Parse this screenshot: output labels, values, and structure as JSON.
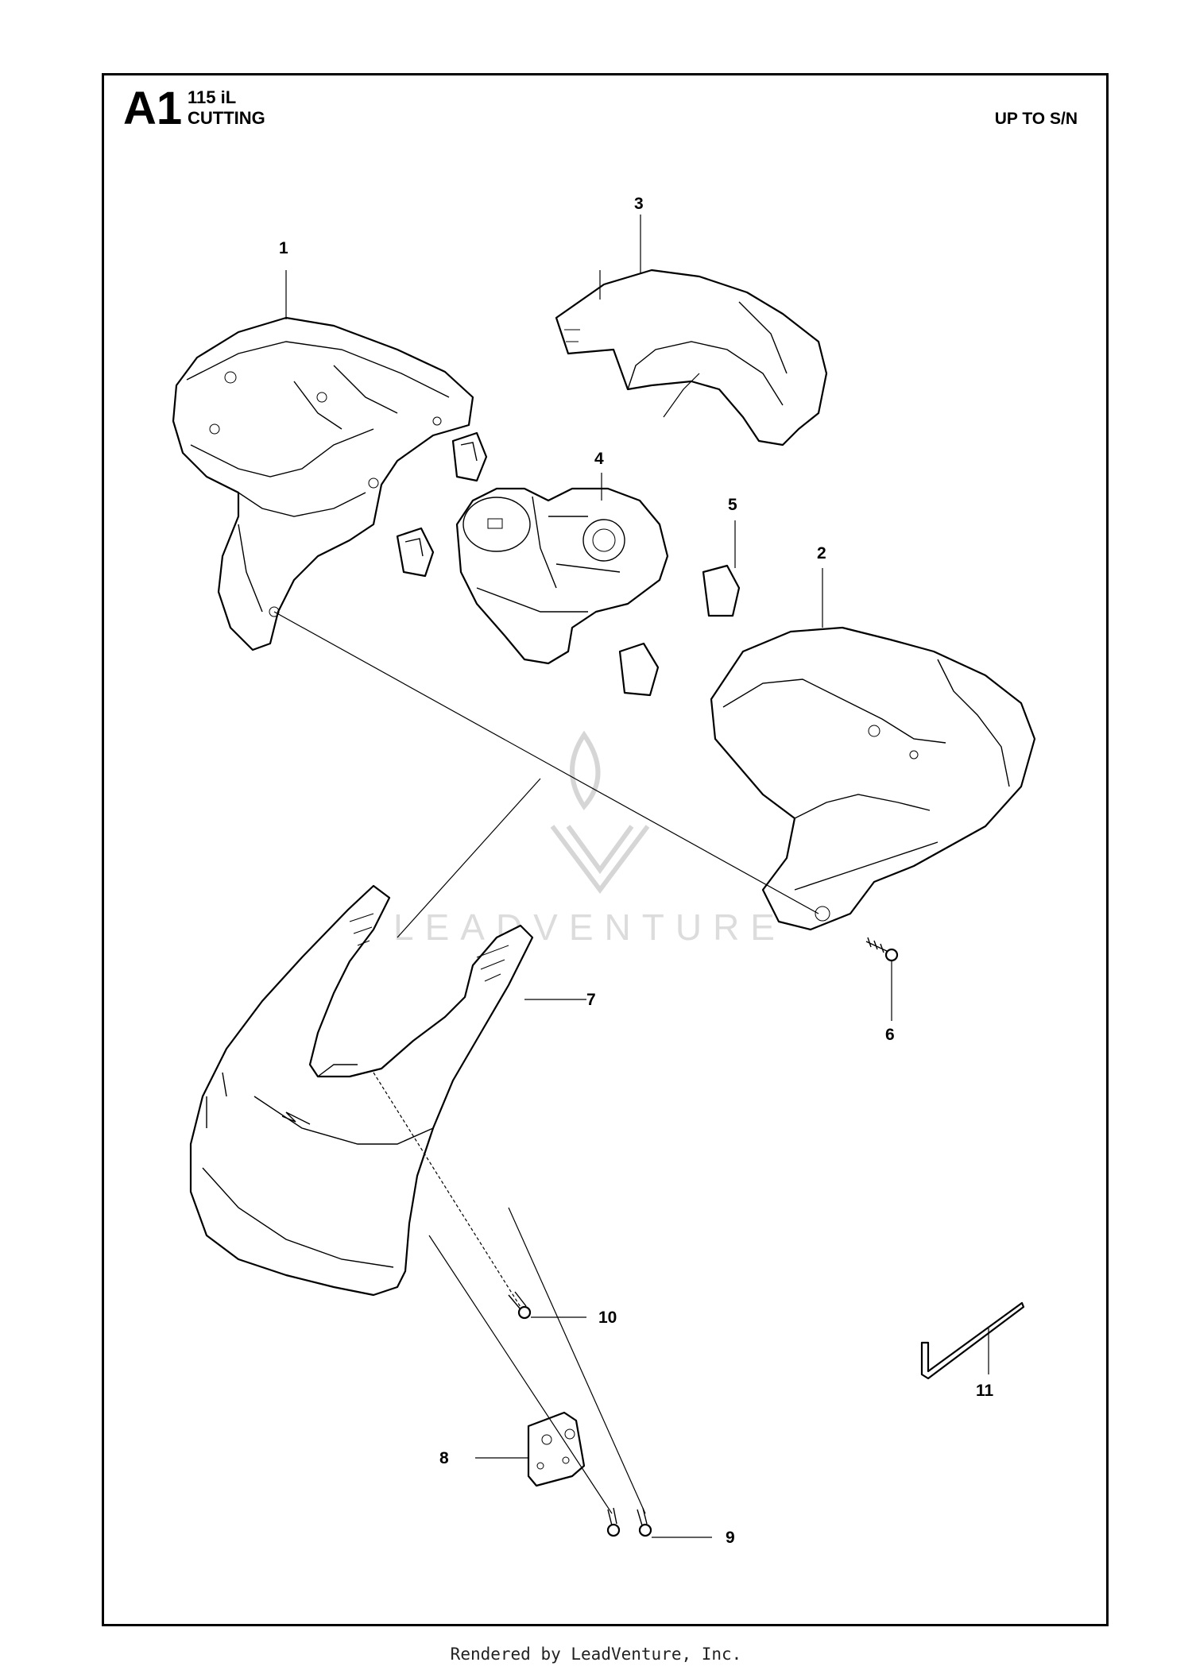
{
  "header": {
    "code": "A1",
    "model": "115 iL",
    "section": "CUTTING",
    "serial_note": "UP TO S/N"
  },
  "callouts": [
    "1",
    "2",
    "3",
    "4",
    "5",
    "6",
    "7",
    "8",
    "9",
    "10",
    "11"
  ],
  "watermark": "LEADVENTURE",
  "footer": "Rendered by LeadVenture, Inc."
}
